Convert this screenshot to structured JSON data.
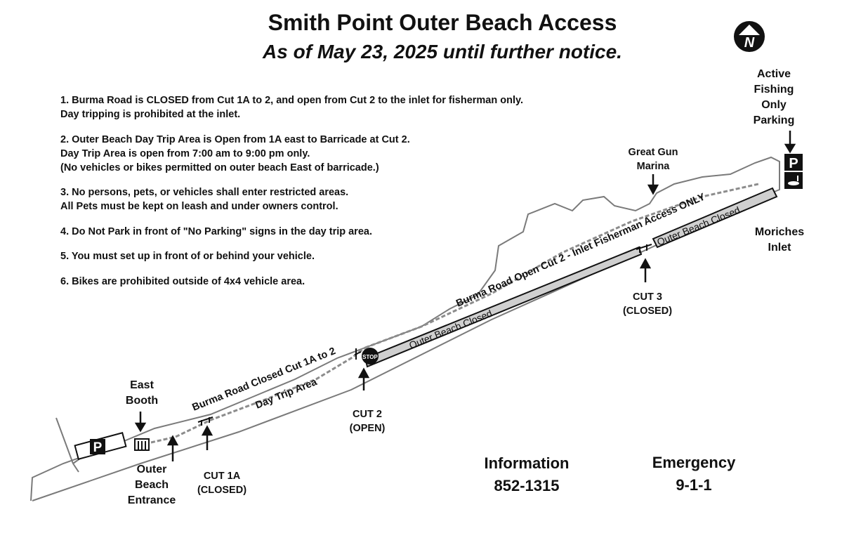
{
  "header": {
    "title": "Smith Point Outer Beach Access",
    "subtitle": "As of May 23, 2025 until further notice."
  },
  "rules": [
    "1. Burma Road is CLOSED from Cut 1A to 2, and open from Cut 2 to the inlet for fisherman only.\nDay tripping is prohibited at the inlet.",
    "2. Outer Beach Day Trip Area is Open from 1A east to Barricade at Cut 2.\n    Day Trip Area is open from 7:00 am to 9:00 pm only.\n(No vehicles or bikes permitted on outer beach East of barricade.)",
    "3. No persons, pets, or vehicles shall enter restricted areas.\nAll Pets must be kept on leash and under owners control.",
    "4.  Do Not Park in front of \"No Parking\" signs in the day trip area.",
    "5. You must set up in front of or behind your vehicle.",
    "6. Bikes are prohibited outside of 4x4 vehicle area."
  ],
  "labels": {
    "active_fishing": "Active\nFishing\nOnly\nParking",
    "great_gun": "Great Gun\nMarina",
    "moriches_inlet": "Moriches\nInlet",
    "cut3": "CUT 3\n(CLOSED)",
    "cut2": "CUT 2\n(OPEN)",
    "cut1a": "CUT 1A\n(CLOSED)",
    "east_booth": "East\nBooth",
    "outer_entrance": "Outer\nBeach\nEntrance"
  },
  "road_labels": {
    "burma_open": "Burma Road Open Cut 2 - Inlet  Fisherman Access ONLY",
    "burma_closed": "Burma Road Closed Cut 1A to 2",
    "day_trip": "Day Trip Area",
    "outer_closed_1": "Outer Beach Closed",
    "outer_closed_2": "Outer Beach Closed"
  },
  "signs": {
    "parking": "P",
    "stop": "STOP"
  },
  "compass": {
    "letter": "N",
    "icon": "north-arrow-icon"
  },
  "info": {
    "label": "Information",
    "number": "852-1315"
  },
  "emergency": {
    "label": "Emergency",
    "number": "9-1-1"
  },
  "colors": {
    "ink": "#111111",
    "closed_fill": "#cfcfcf",
    "shore": "#7a7a7a",
    "road": "#8c8c8c"
  }
}
